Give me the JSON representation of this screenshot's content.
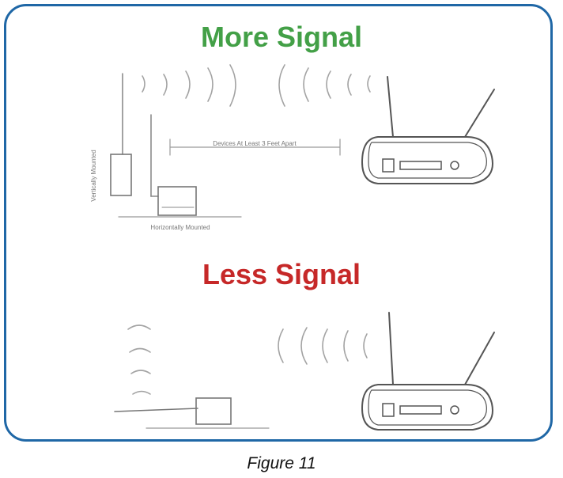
{
  "headings": {
    "more": "More Signal",
    "less": "Less Signal"
  },
  "labels": {
    "separation": "Devices At Least 3 Feet Apart",
    "vertical_mount": "Vertically Mounted",
    "horizontal_mount": "Horizontally Mounted"
  },
  "caption": "Figure 11",
  "colors": {
    "border": "#1f67a6",
    "more_signal": "#43a047",
    "less_signal": "#c62828"
  }
}
